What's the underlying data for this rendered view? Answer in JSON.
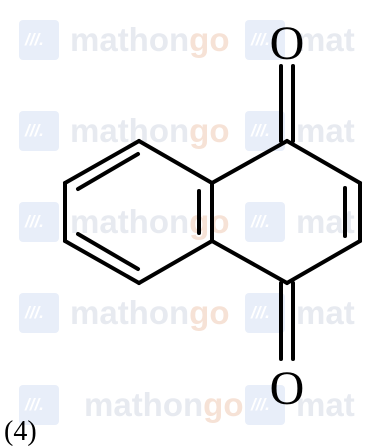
{
  "watermark": {
    "mark": "///.",
    "word_main": "mathon",
    "word_accent": "go",
    "word_clipped": "mat"
  },
  "molecule": {
    "top_atom": "O",
    "bottom_atom": "O"
  },
  "caption": "(4)",
  "colors": {
    "line": "#000000",
    "watermark_logo": "#e8eef9",
    "watermark_text": "#e7eaf0",
    "watermark_accent": "#f6e2d6"
  }
}
